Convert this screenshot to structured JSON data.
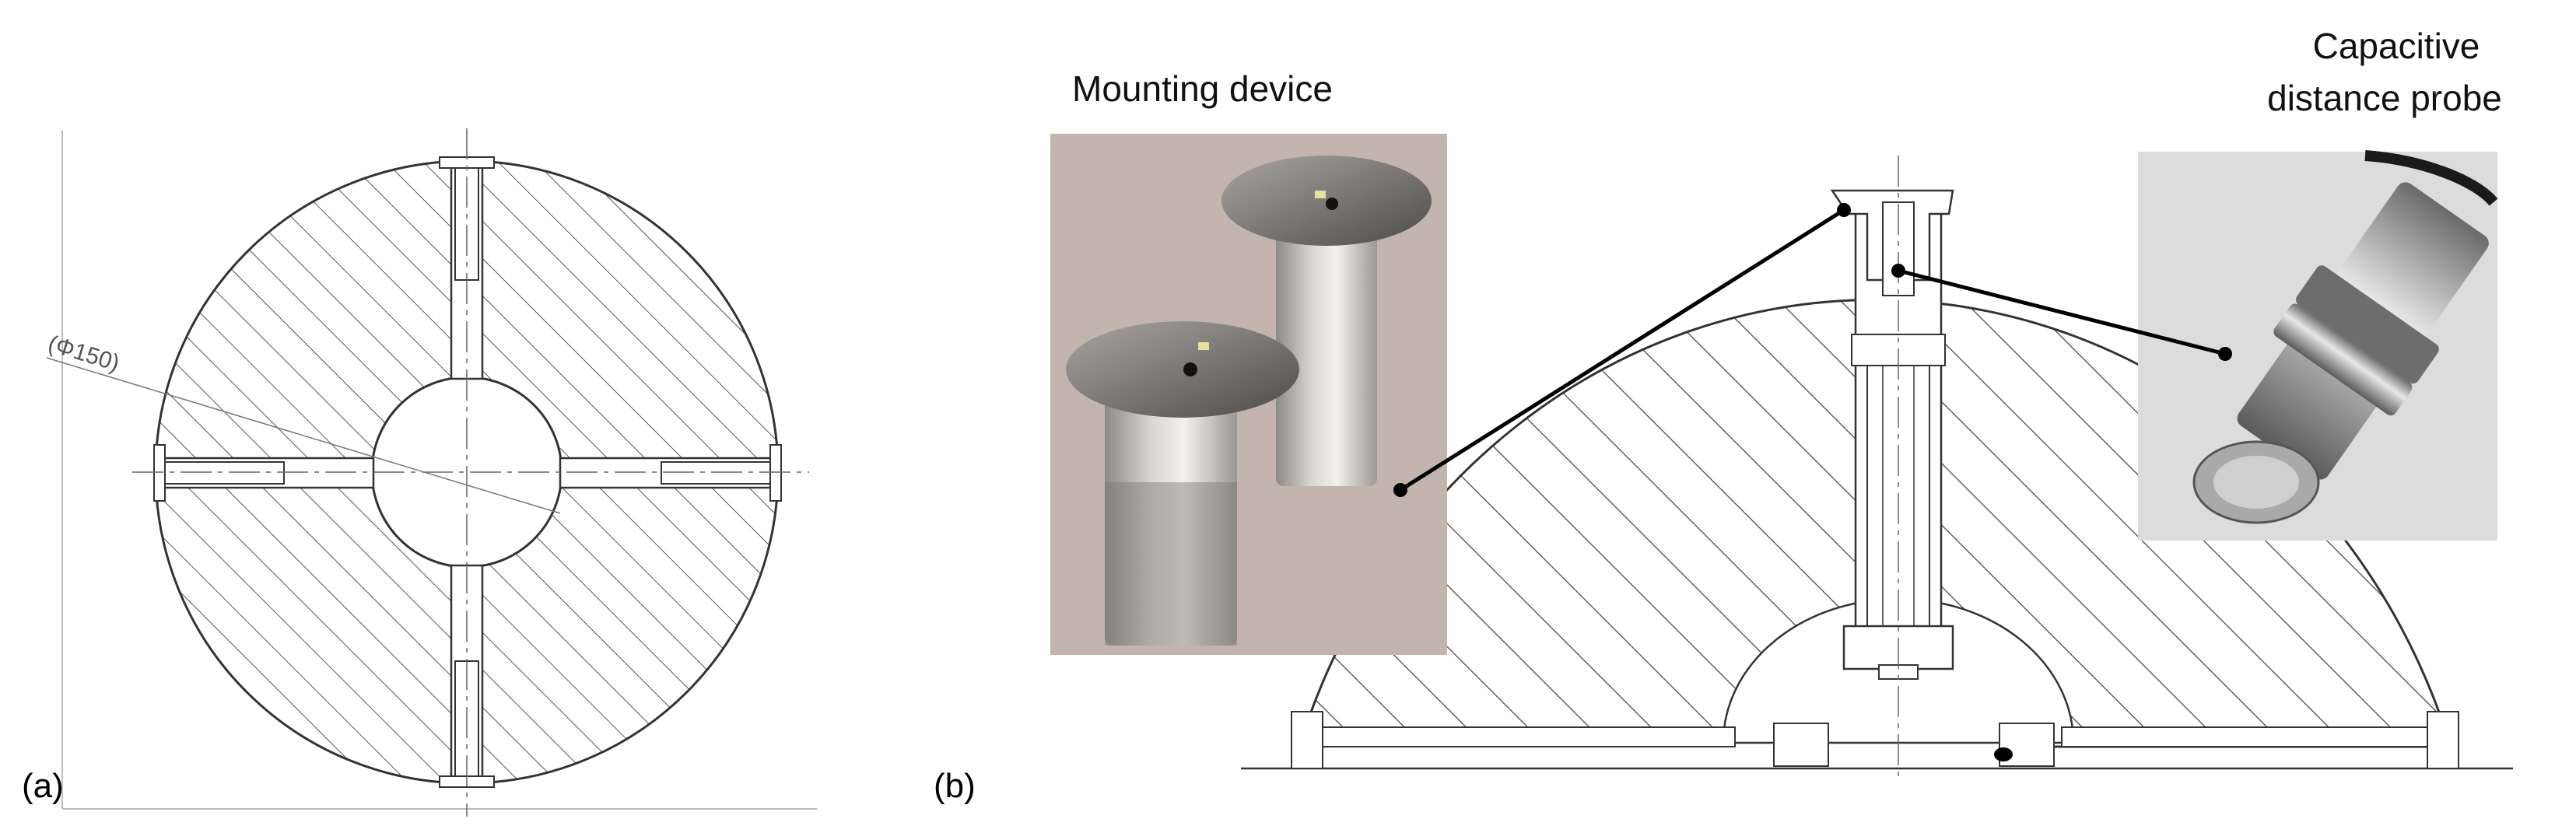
{
  "panel_a": {
    "label": "(a)",
    "dimension_text": "(Φ150)"
  },
  "panel_b": {
    "label": "(b)",
    "mounting_device_caption": "Mounting device",
    "probe_caption_line1": "Capacitive",
    "probe_caption_line2": "distance probe"
  },
  "colors": {
    "line": "#333333",
    "hatch": "#555555",
    "photo_mount_bg": "#c9bcb4",
    "photo_probe_bg": "#dcdcdc",
    "leader": "#000000"
  }
}
